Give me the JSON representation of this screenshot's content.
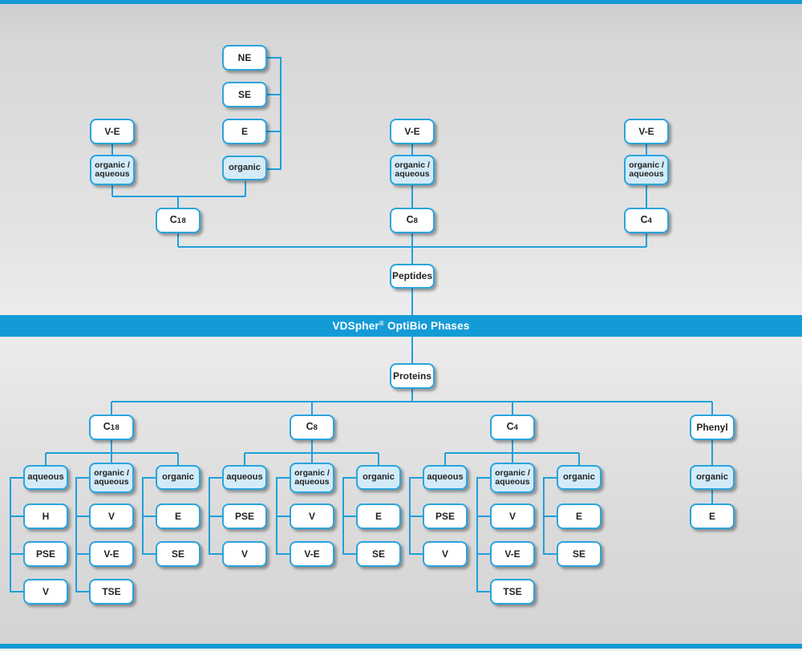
{
  "banner": {
    "brand": "VDSpher",
    "reg": "®",
    "rest": " OptiBio Phases"
  },
  "colors": {
    "accent_blue": "#2aa4de",
    "banner_blue": "#149bd7",
    "light_box_fill": "#d3ebf8",
    "box_fill": "#ffffff",
    "background_gray": "#e0e0e0",
    "text": "#232323"
  },
  "peptides": {
    "label": "Peptides",
    "side_column": {
      "leaves": [
        "NE",
        "SE",
        "E"
      ],
      "modifier": "organic"
    },
    "columns": [
      {
        "prefix": "C",
        "num": "18",
        "eluent": "V-E",
        "modifier": "organic / aqueous"
      },
      {
        "prefix": "C",
        "num": "8",
        "eluent": "V-E",
        "modifier": "organic / aqueous"
      },
      {
        "prefix": "C",
        "num": "4",
        "eluent": "V-E",
        "modifier": "organic / aqueous"
      }
    ]
  },
  "proteins": {
    "label": "Proteins",
    "columns": [
      {
        "prefix": "C",
        "num": "18",
        "modes": [
          {
            "mode": "aqueous",
            "leaves": [
              "H",
              "PSE",
              "V"
            ]
          },
          {
            "mode": "organic / aqueous",
            "leaves": [
              "V",
              "V-E",
              "TSE"
            ]
          },
          {
            "mode": "organic",
            "leaves": [
              "E",
              "SE"
            ]
          }
        ]
      },
      {
        "prefix": "C",
        "num": "8",
        "modes": [
          {
            "mode": "aqueous",
            "leaves": [
              "PSE",
              "V"
            ]
          },
          {
            "mode": "organic / aqueous",
            "leaves": [
              "V",
              "V-E"
            ]
          },
          {
            "mode": "organic",
            "leaves": [
              "E",
              "SE"
            ]
          }
        ]
      },
      {
        "prefix": "C",
        "num": "4",
        "modes": [
          {
            "mode": "aqueous",
            "leaves": [
              "PSE",
              "V"
            ]
          },
          {
            "mode": "organic / aqueous",
            "leaves": [
              "V",
              "V-E",
              "TSE"
            ]
          },
          {
            "mode": "organic",
            "leaves": [
              "E",
              "SE"
            ]
          }
        ]
      },
      {
        "label": "Phenyl",
        "modes": [
          {
            "mode": "organic",
            "leaves": [
              "E"
            ]
          }
        ]
      }
    ]
  }
}
